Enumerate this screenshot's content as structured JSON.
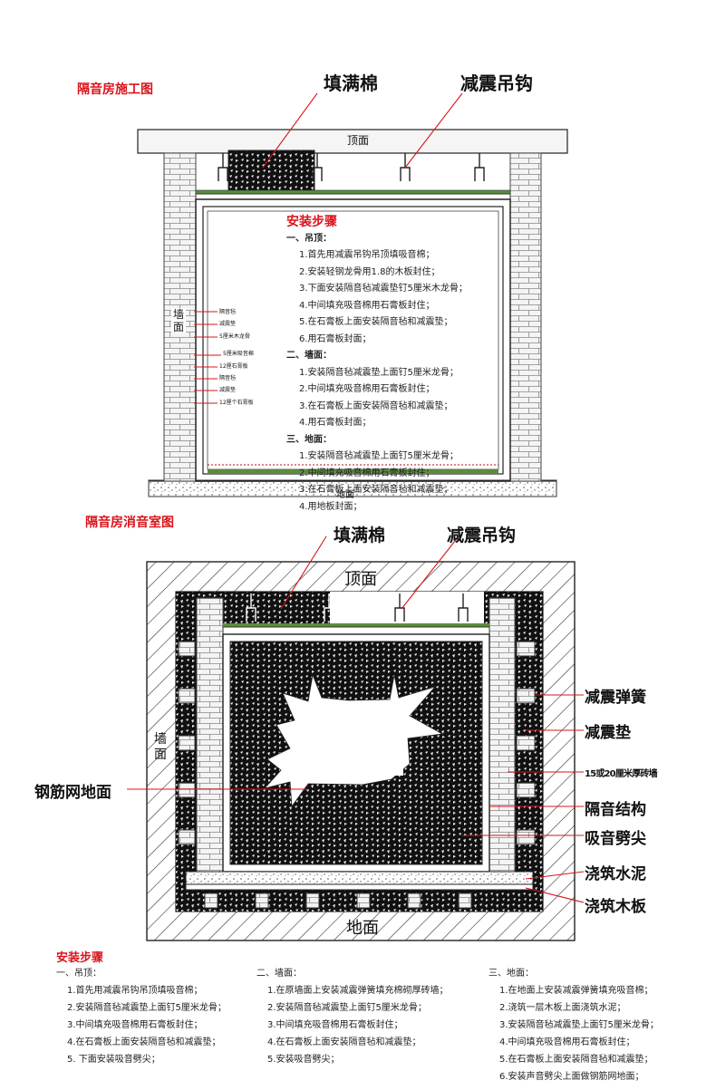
{
  "top": {
    "title": "隔音房施工图",
    "callout_fill": "填满棉",
    "callout_hook": "减震吊钩",
    "ceiling": "顶面",
    "wall": "墙面",
    "floor": "地面",
    "layers": [
      "隔音毡",
      "减震垫",
      "5厘米木龙骨",
      "5厘米吸音棉",
      "12厘石膏板",
      "隔音毡",
      "减震垫",
      "12厘个石膏板"
    ],
    "steps_title": "安装步骤",
    "groups": [
      {
        "label": "一、吊顶：",
        "items": [
          "1.首先用减震吊钩吊顶填吸音棉；",
          "2.安装轻钢龙骨用1.8的木板封住；",
          "3.下面安装隔音毡减震垫钉5厘米木龙骨；",
          "4.中间填充吸音棉用石膏板封住；",
          "5.在石膏板上面安装隔音毡和减震垫；",
          "6.用石膏板封面；"
        ]
      },
      {
        "label": "二、墙面：",
        "items": [
          "1.安装隔音毡减震垫上面钉5厘米龙骨；",
          "2.中间填充吸音棉用石膏板封住；",
          "3.在石膏板上面安装隔音毡和减震垫；",
          "4.用石膏板封面；"
        ]
      },
      {
        "label": "三、地面：",
        "items": [
          "1.安装隔音毡减震垫上面钉5厘米龙骨；",
          "2.中间填充吸音棉用石膏板封住；",
          "3.在石膏板上面安装隔音毡和减震垫；",
          "4.用地板封面；"
        ]
      }
    ]
  },
  "bottom": {
    "title": "隔音房消音室图",
    "callout_fill": "填满棉",
    "callout_hook": "减震吊钩",
    "ceiling": "顶面",
    "wall": "墙面",
    "floor": "地面",
    "labels": {
      "spring": "减震弹簧",
      "pad": "减震垫",
      "brick": "15或20厘米厚砖墙",
      "structure": "隔音结构",
      "wedge": "吸音劈尖",
      "mesh": "钢筋网地面",
      "cement": "浇筑水泥",
      "board": "浇筑木板"
    },
    "steps_title": "安装步骤",
    "columns": [
      {
        "label": "一、吊顶：",
        "items": [
          "1.首先用减震吊钩吊顶填吸音棉；",
          "2.安装隔音毡减震垫上面钉5厘米龙骨；",
          "3.中间填充吸音棉用石膏板封住；",
          "4.在石膏板上面安装隔音毡和减震垫；",
          "5. 下面安装吸音劈尖；"
        ]
      },
      {
        "label": "二、墙面：",
        "items": [
          "1.在原墙面上安装减震弹簧填充棉砌厚砖墙；",
          "2.安装隔音毡减震垫上面钉5厘米龙骨；",
          "3.中间填充吸音棉用石膏板封住；",
          "4.在石膏板上面安装隔音毡和减震垫；",
          "5.安装吸音劈尖；"
        ]
      },
      {
        "label": "三、地面：",
        "items": [
          "1.在地面上安装减震弹簧填充吸音棉；",
          "2.浇筑一层木板上面浇筑水泥；",
          "3.安装隔音毡减震垫上面钉5厘米龙骨；",
          "4.中间填充吸音棉用石膏板封住；",
          "5.在石膏板上面安装隔音毡和减震垫；",
          "6.安装声音劈尖上面做钢筋网地面；"
        ]
      }
    ]
  },
  "colors": {
    "accent": "#d9141b",
    "line": "#111111",
    "panel": "#f2f2f2"
  }
}
